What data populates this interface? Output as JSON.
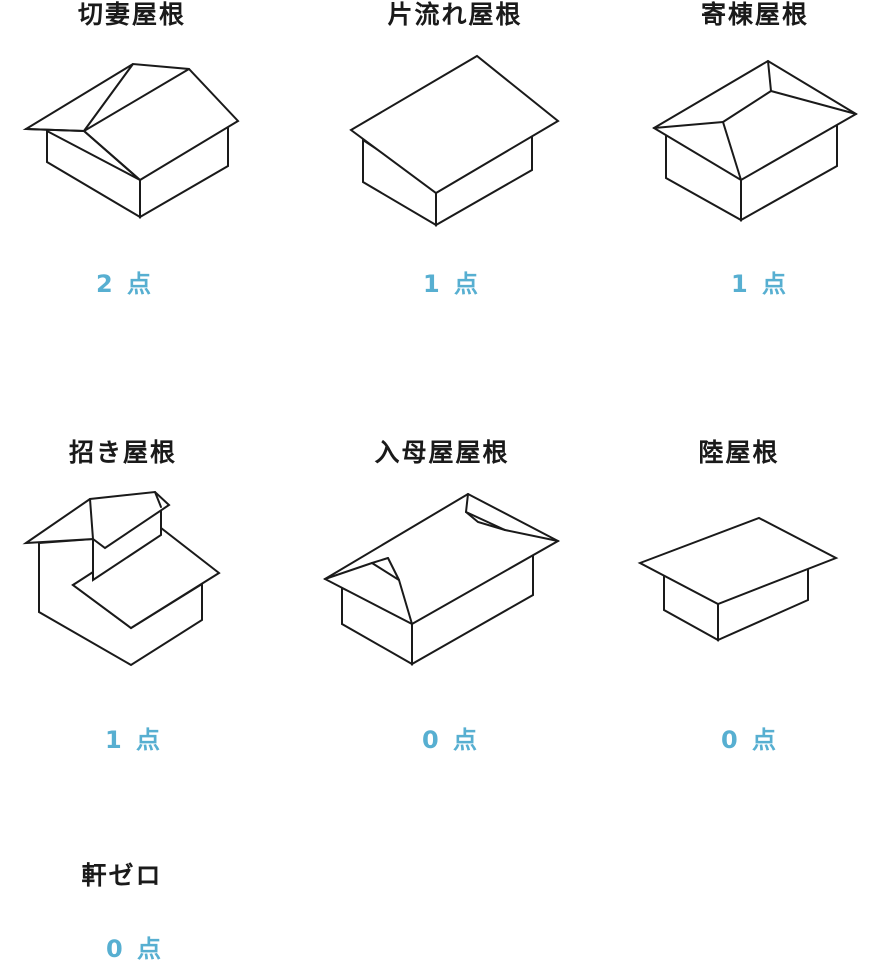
{
  "colors": {
    "score": "#57afd1",
    "ink": "#1a1a1a"
  },
  "items": [
    {
      "name": "切妻屋根",
      "score": "2 点"
    },
    {
      "name": "片流れ屋根",
      "score": "1 点"
    },
    {
      "name": "寄棟屋根",
      "score": "1 点"
    },
    {
      "name": "招き屋根",
      "score": "1 点"
    },
    {
      "name": "入母屋屋根",
      "score": "0 点"
    },
    {
      "name": "陸屋根",
      "score": "0 点"
    },
    {
      "name": "軒ゼロ",
      "score": "0 点"
    }
  ]
}
